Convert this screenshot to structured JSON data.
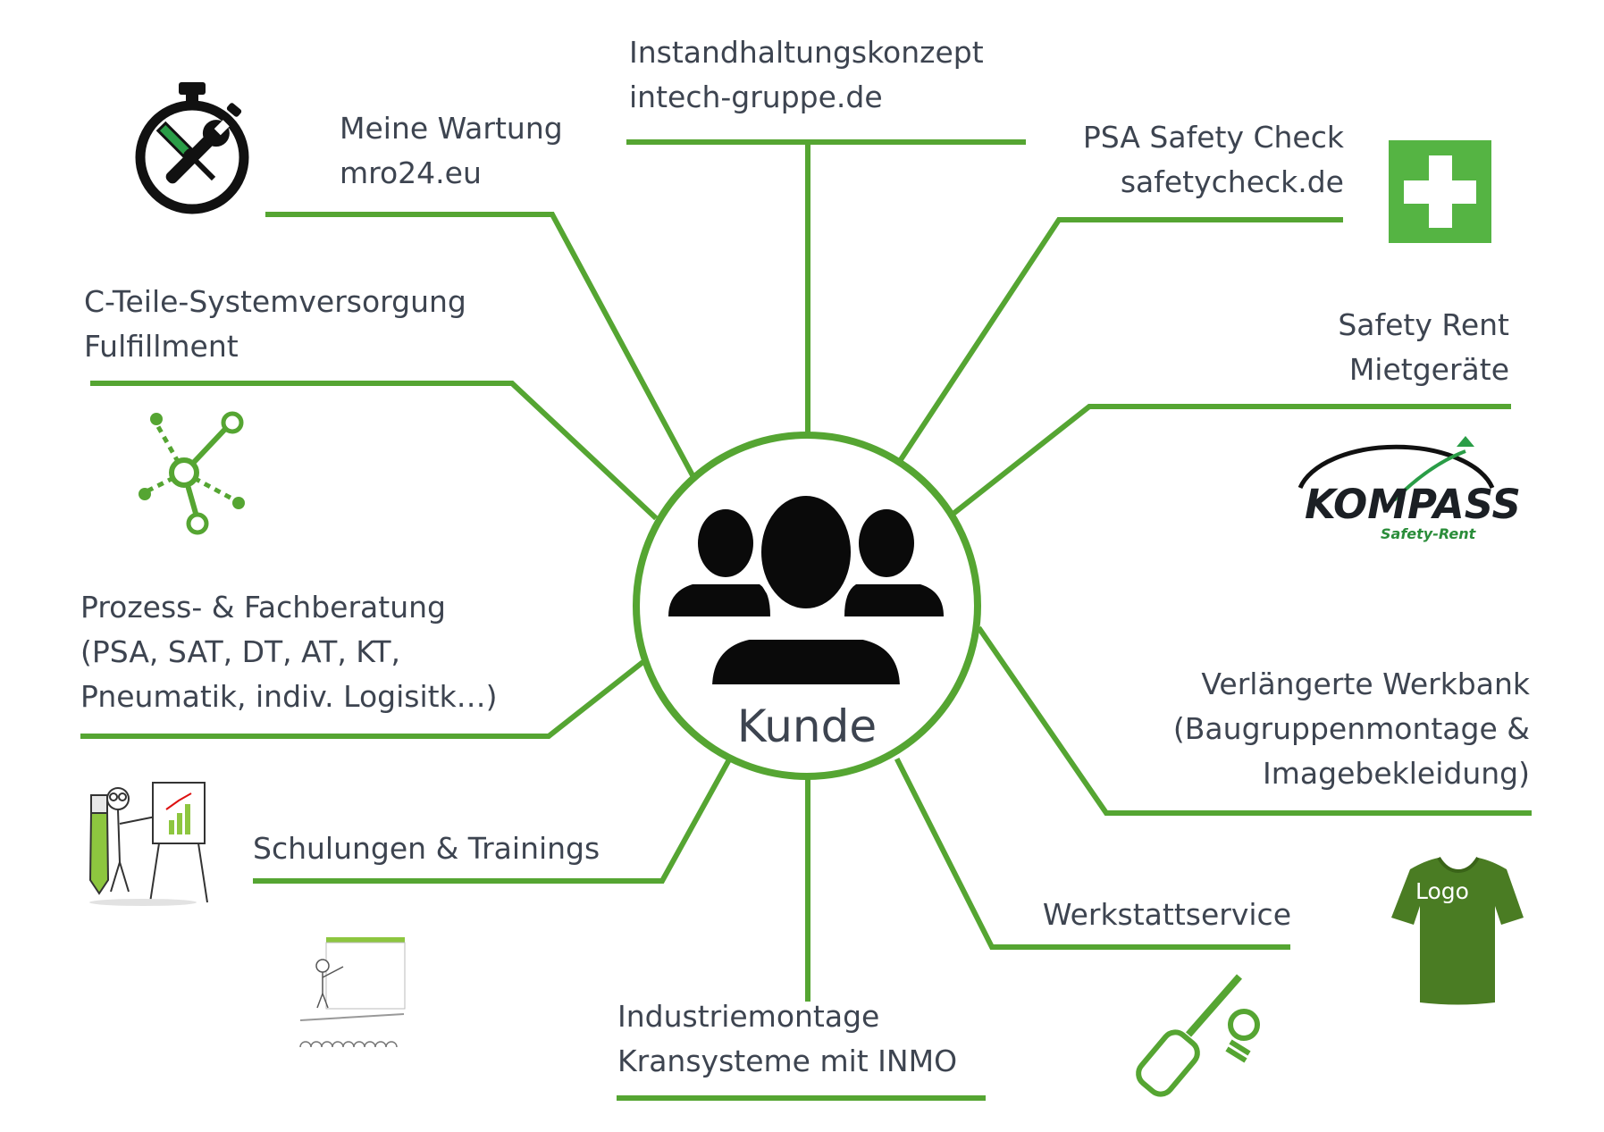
{
  "center": {
    "label": "Kunde",
    "icon": "customer-group-icon"
  },
  "colors": {
    "accent": "#55a532",
    "text": "#3d4450",
    "kompass_text": "#1b1f24"
  },
  "branches": [
    {
      "id": "meine-wartung",
      "lines": [
        "Meine Wartung",
        "mro24.eu"
      ],
      "icon": "stopwatch-tools-icon"
    },
    {
      "id": "instandhaltung",
      "lines": [
        "Instandhaltungskonzept",
        "intech-gruppe.de"
      ]
    },
    {
      "id": "psa-safety-check",
      "lines": [
        "PSA Safety Check",
        "safetycheck.de"
      ],
      "icon": "first-aid-cross-icon"
    },
    {
      "id": "c-teile",
      "lines": [
        "C-Teile-Systemversorgung",
        "Fulfillment"
      ],
      "icon": "network-nodes-icon"
    },
    {
      "id": "safety-rent",
      "lines": [
        "Safety Rent",
        "Mietgeräte"
      ],
      "icon": "kompass-logo-icon"
    },
    {
      "id": "prozess",
      "lines": [
        "Prozess- & Fachberatung",
        "(PSA, SAT, DT, AT, KT,",
        "Pneumatik, indiv. Logisitk…)"
      ]
    },
    {
      "id": "werkbank",
      "lines": [
        "Verlängerte Werkbank",
        "(Baugruppenmontage &",
        "Imagebekleidung)"
      ],
      "icon": "tshirt-icon"
    },
    {
      "id": "schulungen",
      "lines": [
        "Schulungen & Trainings"
      ],
      "icon": "trainer-flipchart-icon"
    },
    {
      "id": "werkstatt",
      "lines": [
        "Werkstattservice"
      ],
      "icon": "screwdriver-bulb-icon"
    },
    {
      "id": "industriemontage",
      "lines": [
        "Industriemontage",
        "Kransysteme mit INMO"
      ]
    }
  ],
  "kompass": {
    "name": "KOMPASS",
    "sub": "Safety-Rent"
  },
  "tshirt": {
    "label": "Logo"
  }
}
